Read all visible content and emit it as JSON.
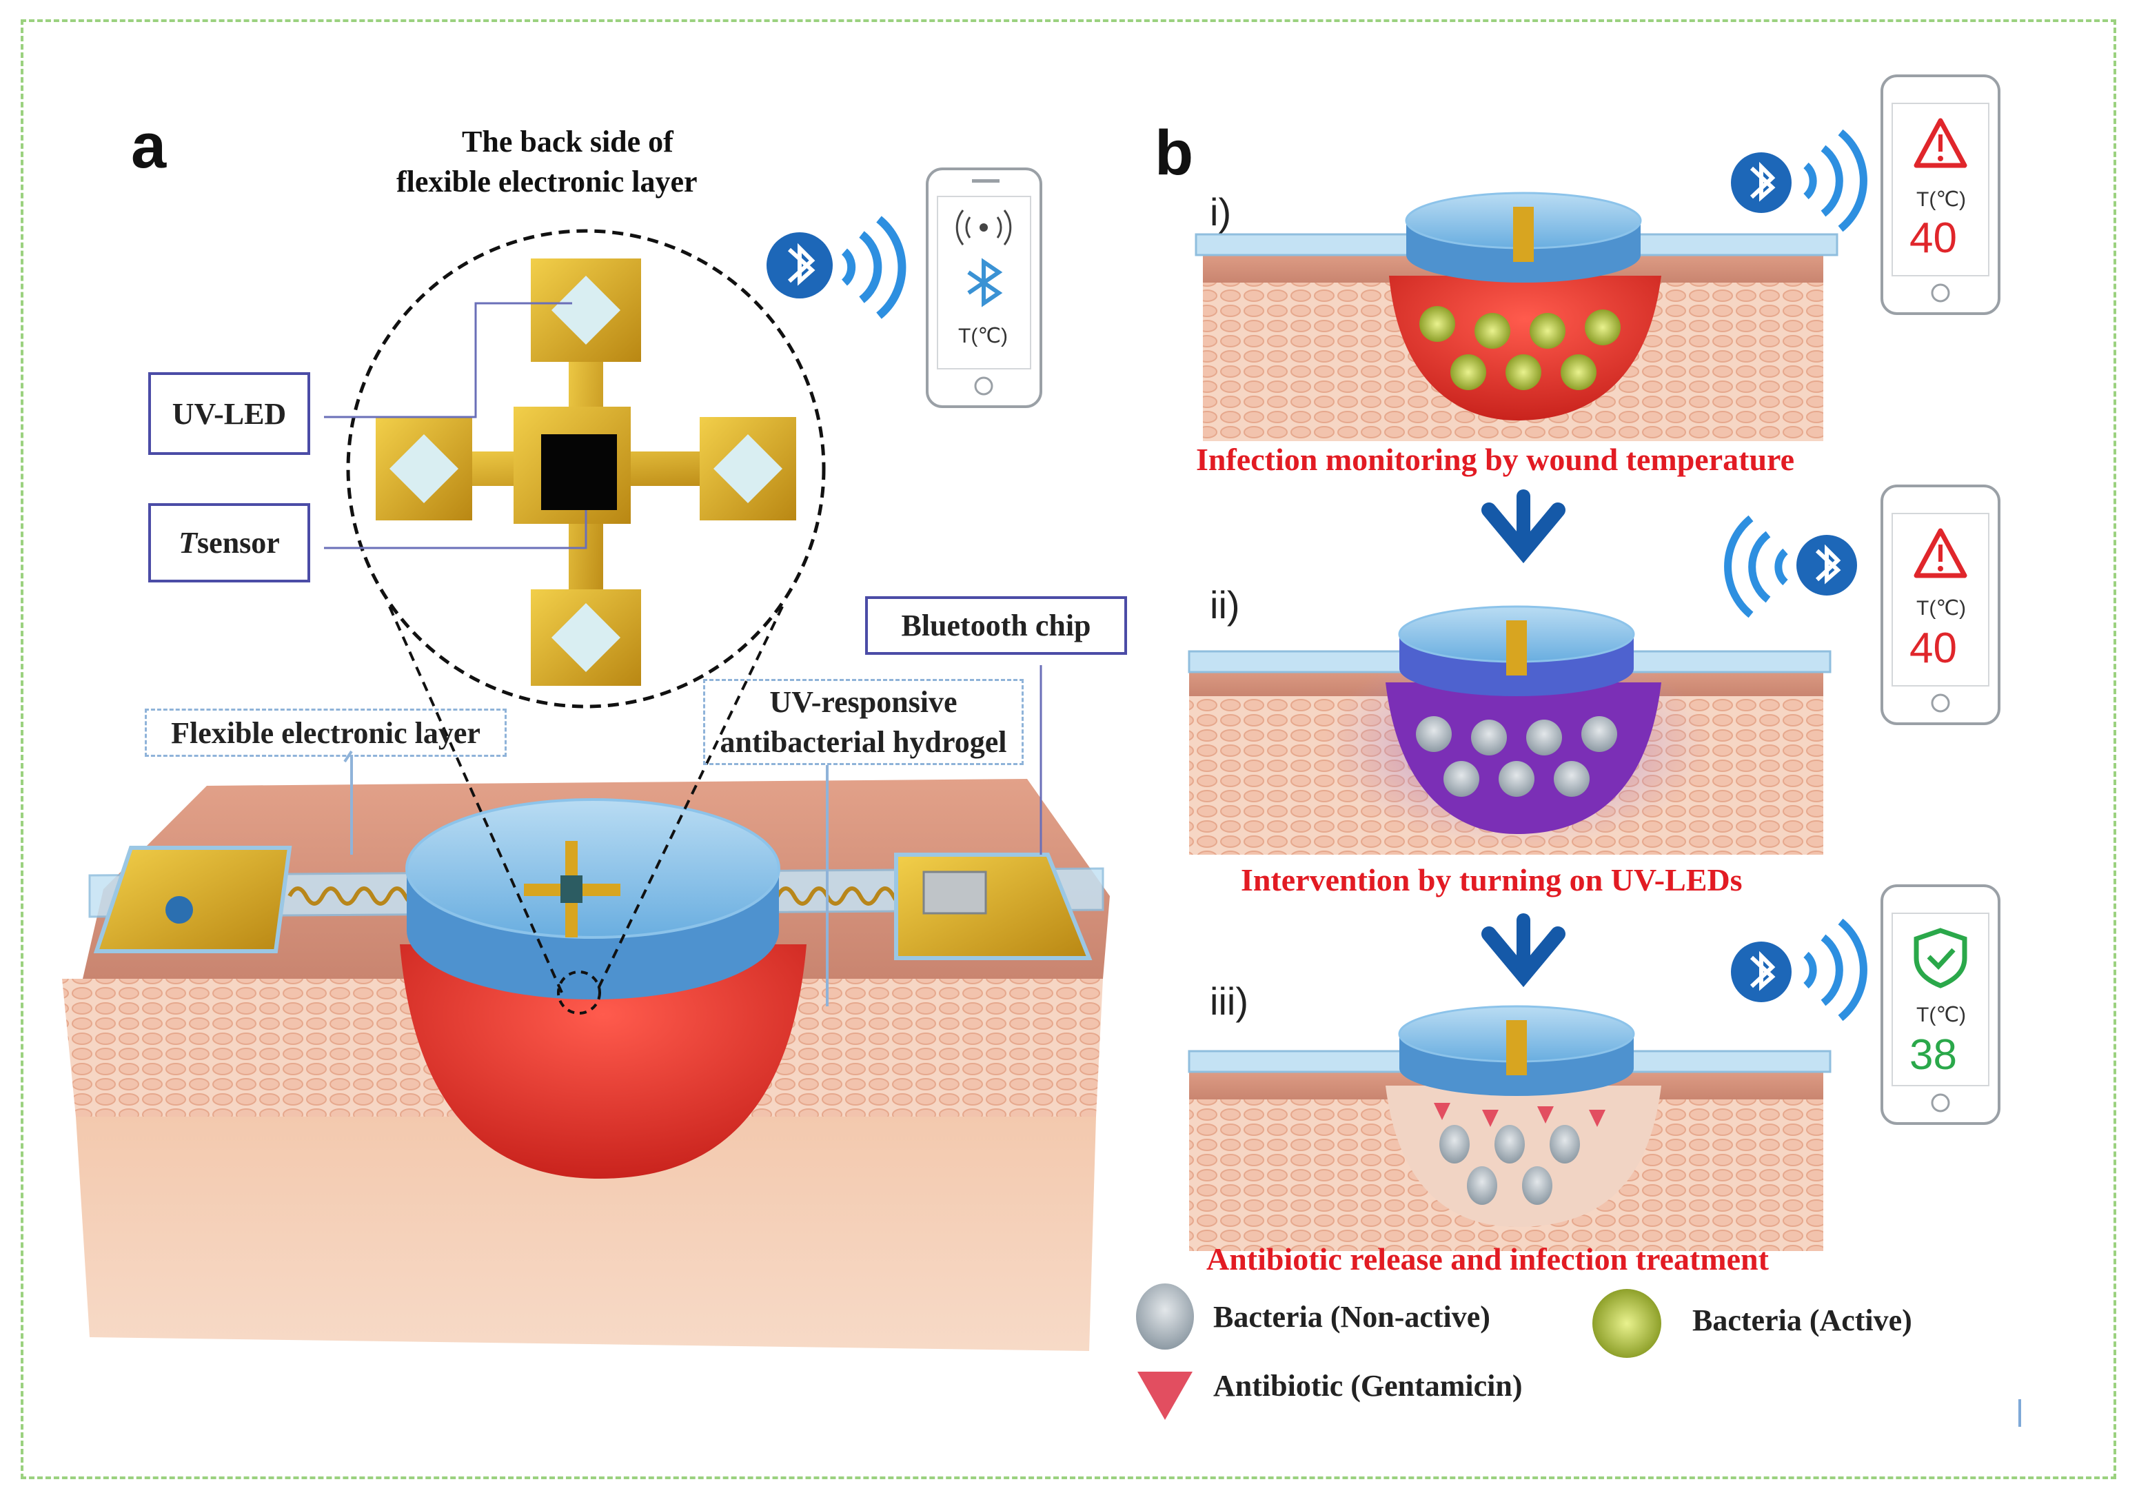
{
  "panel_a": {
    "letter": "a",
    "back_side_title_line1": "The back side of",
    "back_side_title_line2": "flexible electronic layer",
    "label_uv_led": "UV-LED",
    "label_t_sensor_italic": "T",
    "label_t_sensor_rest": " sensor",
    "label_bluetooth_chip": "Bluetooth chip",
    "label_flexible_layer": "Flexible electronic layer",
    "label_hydrogel_line1": "UV-responsive",
    "label_hydrogel_line2": "antibacterial hydrogel",
    "phone_label": "T(℃)"
  },
  "panel_b": {
    "letter": "b",
    "steps": [
      {
        "roman": "i)",
        "caption": "Infection monitoring by wound temperature",
        "phone_label": "T(℃)",
        "phone_value": "40",
        "status": "warning"
      },
      {
        "roman": "ii)",
        "caption": "Intervention by turning on  UV-LEDs",
        "phone_label": "T(℃)",
        "phone_value": "40",
        "status": "warning"
      },
      {
        "roman": "iii)",
        "caption": "Antibiotic release and infection treatment",
        "phone_label": "T(℃)",
        "phone_value": "38",
        "status": "ok"
      }
    ],
    "legend": {
      "non_active": "Bacteria (Non-active)",
      "active": "Bacteria (Active)",
      "antibiotic": "Antibiotic (Gentamicin)"
    }
  },
  "colors": {
    "frame": "#9bd17f",
    "caption_red": "#e21b23",
    "warning_red": "#e0262b",
    "ok_green": "#2aa84a",
    "callout_border": "#4b4ca6",
    "arrow_blue": "#1559a8",
    "gold": "#e0b52c"
  },
  "icons": [
    "bluetooth-icon",
    "wifi-signal-icon",
    "warning-icon",
    "shield-check-icon",
    "down-arrow-icon"
  ]
}
